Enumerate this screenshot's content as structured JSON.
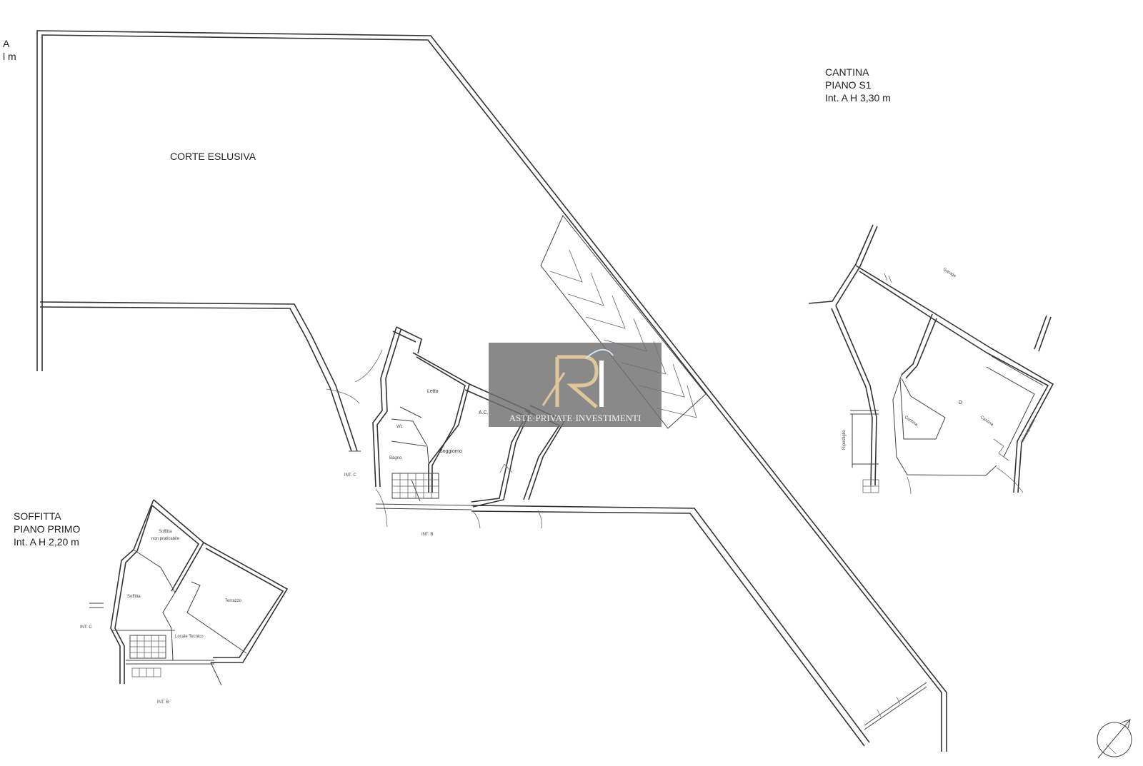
{
  "labels": {
    "partial_top_left": [
      "A",
      "l m"
    ],
    "corte": "CORTE ESLUSIVA",
    "cantina_block": [
      "CANTINA",
      "PIANO S1",
      "Int. A  H  3,30 m"
    ],
    "soffitta_block": [
      "SOFFITTA",
      "PIANO PRIMO",
      "Int. A  H  2,20 m"
    ]
  },
  "rooms": {
    "letto": "Letto",
    "wc": "Wc",
    "bagno": "Bagno",
    "soggiorno": "Soggiorno",
    "ac": "A.C.",
    "int_c_main": "INT. C",
    "int_b_main": "INT. B",
    "soffitta_non_prat": [
      "Soffitta",
      "non praticabile"
    ],
    "soffitta": "Soffitta",
    "terrazzo": "Terrazzo",
    "locale_tecnico": "Locale Tecnico",
    "int_c_upper": "INT. C",
    "int_b_upper": "INT. B",
    "garage": "Garage",
    "cantina_small": "Cantina",
    "cantina_large": "Cantina",
    "d_mark": "D",
    "ripostiglio": "Ripostiglio",
    "intercapedine": "intercapedine"
  },
  "watermark": {
    "monogram": "RI",
    "tagline": "ASTE·PRIVATE·INVESTIMENTI"
  }
}
